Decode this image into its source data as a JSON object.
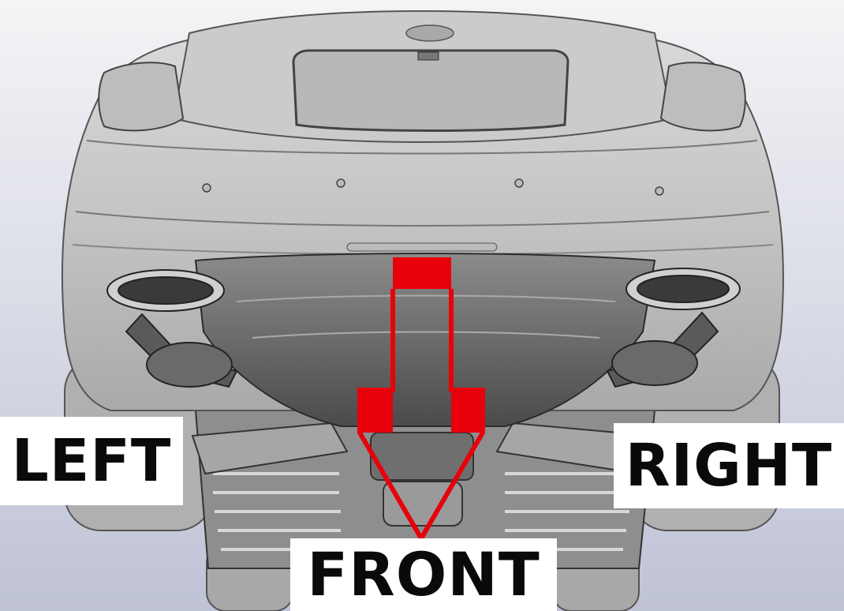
{
  "labels": {
    "left": "LEFT",
    "right": "RIGHT",
    "front": "FRONT"
  },
  "colors": {
    "arrow": "#e8000b",
    "body": "#c4c4c4",
    "shadow": "#5e5e5e",
    "background_top": "#f4f4f6",
    "background_bottom": "#bfc3d6",
    "label_bg": "#ffffff",
    "label_text": "#0a0a0a"
  },
  "icons": {
    "arrow": "arrow-down-icon",
    "vehicle": "car-underside-illustration"
  }
}
